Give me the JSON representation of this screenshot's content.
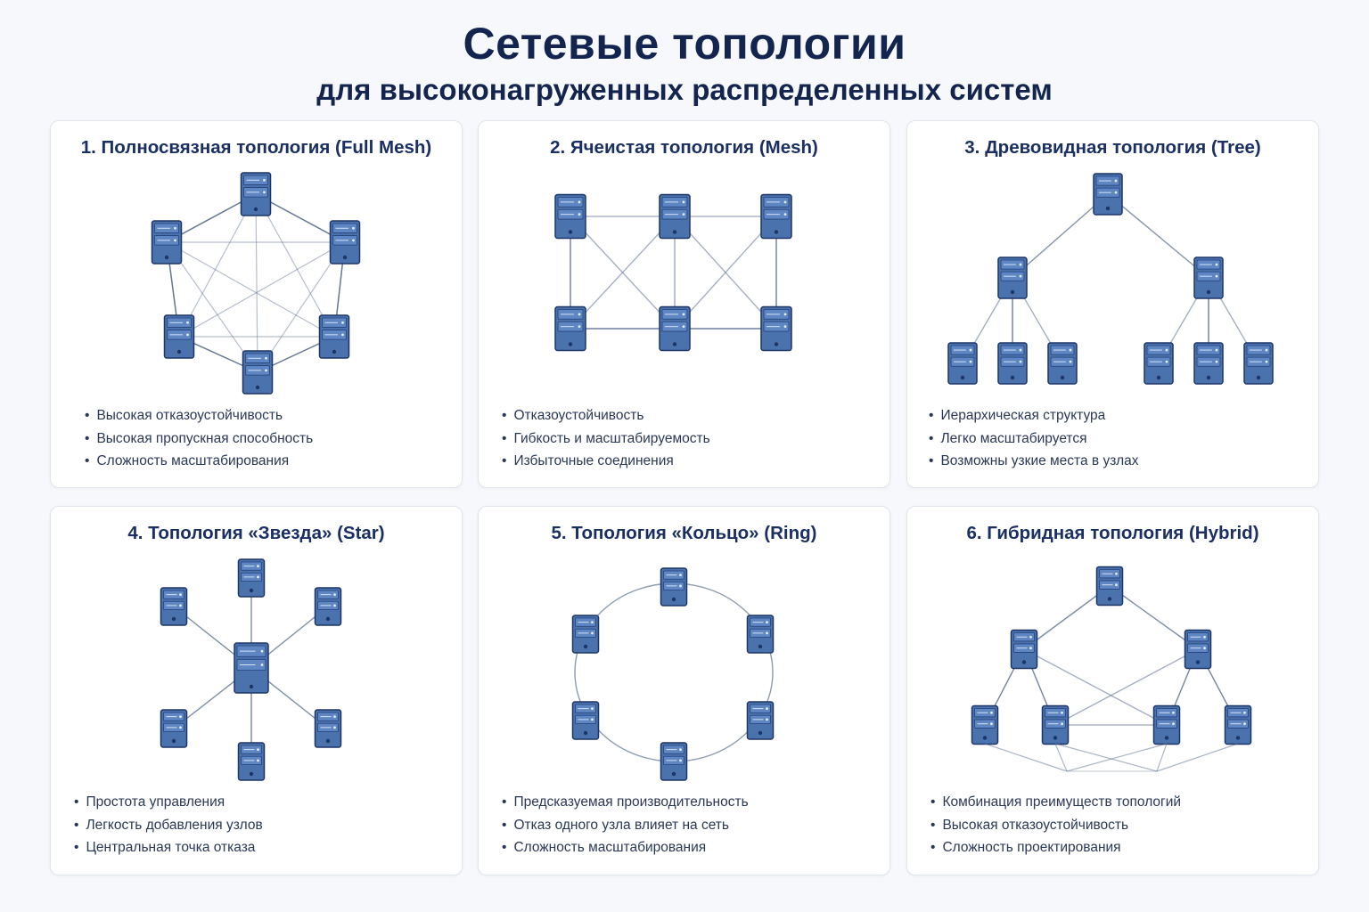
{
  "header": {
    "title": "Сетевые топологии",
    "subtitle": "для высоконагруженных распределенных систем"
  },
  "colors": {
    "accent": "#13254f",
    "server_fill": "#4a72ad",
    "server_stroke": "#1d3566",
    "link": "#5d6f8f"
  },
  "icons": {
    "node": "server-icon"
  },
  "cards": [
    {
      "title": "1. Полносвязная топология (Full Mesh)",
      "features": [
        "Высокая отказоустойчивость",
        "Высокая пропускная способность",
        "Сложность масштабирования"
      ]
    },
    {
      "title": "2. Ячеистая топология (Mesh)",
      "features": [
        "Отказоустойчивость",
        "Гибкость и масштабируемость",
        "Избыточные соединения"
      ]
    },
    {
      "title": "3. Древовидная топология (Tree)",
      "features": [
        "Иерархическая структура",
        "Легко масштабируется",
        "Возможны узкие места в узлах"
      ]
    },
    {
      "title": "4. Топология «Звезда» (Star)",
      "features": [
        "Простота управления",
        "Легкость добавления узлов",
        "Центральная точка отказа"
      ]
    },
    {
      "title": "5. Топология «Кольцо» (Ring)",
      "features": [
        "Предсказуемая производительность",
        "Отказ одного узла влияет на сеть",
        "Сложность масштабирования"
      ]
    },
    {
      "title": "6. Гибридная топология (Hybrid)",
      "features": [
        "Комбинация преимуществ топологий",
        "Высокая отказоустойчивость",
        "Сложность проектирования"
      ]
    }
  ]
}
